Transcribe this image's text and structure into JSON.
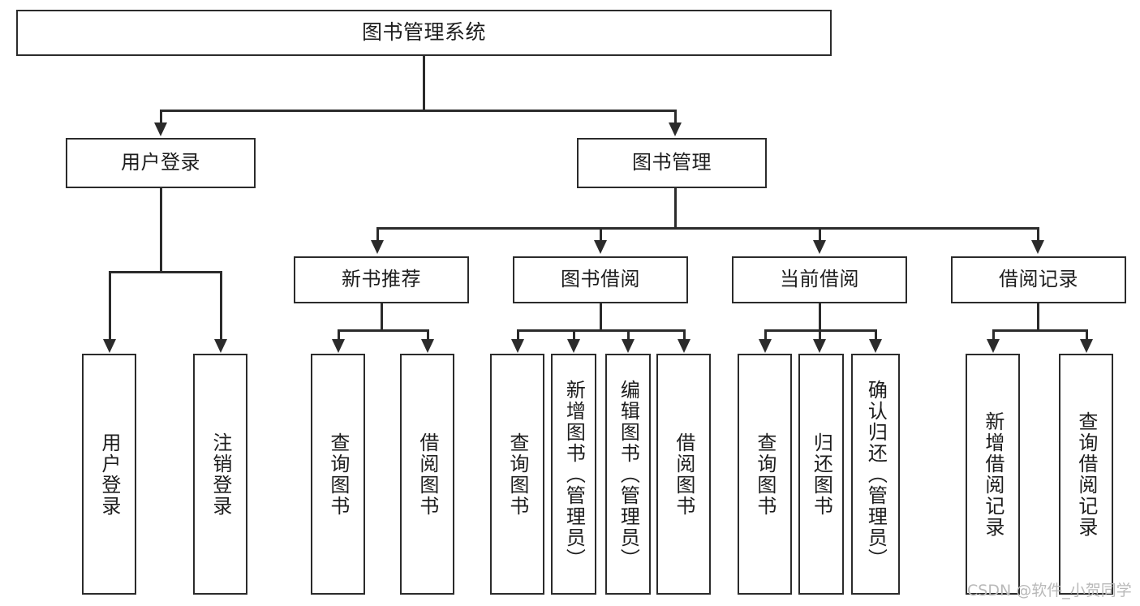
{
  "diagram": {
    "type": "tree-hierarchy-chart",
    "title_node": {
      "label": "图书管理系统"
    },
    "level2": [
      {
        "label": "用户登录"
      },
      {
        "label": "图书管理"
      }
    ],
    "level3": [
      {
        "label": "新书推荐"
      },
      {
        "label": "图书借阅"
      },
      {
        "label": "当前借阅"
      },
      {
        "label": "借阅记录"
      }
    ],
    "leaves": {
      "user_login": [
        {
          "label": "用户登录"
        },
        {
          "label": "注销登录"
        }
      ],
      "new_book_recommend": [
        {
          "label": "查询图书"
        },
        {
          "label": "借阅图书"
        }
      ],
      "book_borrow": [
        {
          "label": "查询图书"
        },
        {
          "label": "新增图书（管理员）"
        },
        {
          "label": "编辑图书（管理员）"
        },
        {
          "label": "借阅图书"
        }
      ],
      "current_borrow": [
        {
          "label": "查询图书"
        },
        {
          "label": "归还图书"
        },
        {
          "label": "确认归还（管理员）"
        }
      ],
      "borrow_record": [
        {
          "label": "新增借阅记录"
        },
        {
          "label": "查询借阅记录"
        }
      ]
    }
  },
  "watermark": {
    "text": "CSDN @软件_小贺同学"
  },
  "colors": {
    "stroke": "#2b2b2b",
    "fill": "#ffffff",
    "text": "#1d1d1d",
    "watermark": "#b9b9b9"
  }
}
